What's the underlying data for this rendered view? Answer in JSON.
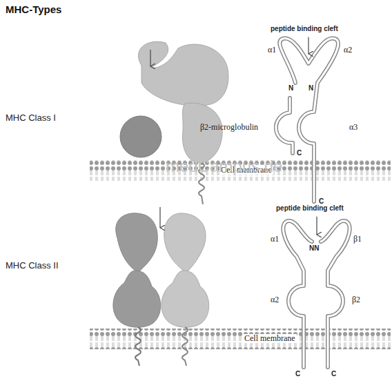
{
  "diagram": {
    "title": "MHC-Types",
    "labels": [
      "MHC Class I",
      "peptide binding cleft",
      "α1",
      "α2",
      "N",
      "N",
      "β2-microglobulin",
      "α3",
      "C",
      "Cell membrane",
      "C",
      "medCampus.de",
      "MHC Class II",
      "peptide binding cleft",
      "α1",
      "NN",
      "β1",
      "α2",
      "β2",
      "Cell membrane",
      "C",
      "C"
    ]
  }
}
